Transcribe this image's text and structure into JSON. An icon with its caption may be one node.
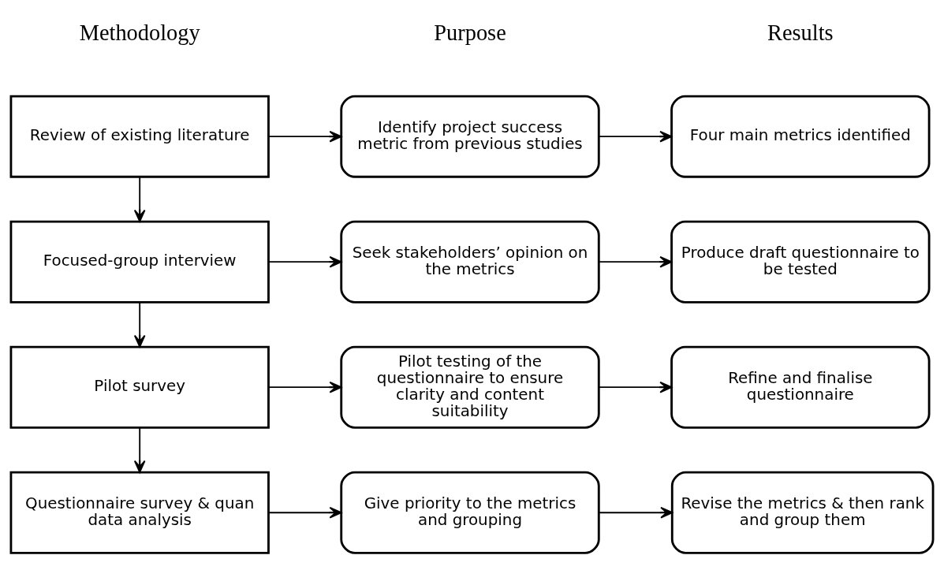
{
  "diagram": {
    "nodes": [
      {
        "text": [
          "Review of existing literature"
        ]
      },
      {
        "text": [
          "Identify project success metric from previous studies"
        ]
      },
      {
        "text": [
          "Four main metrics identified"
        ]
      },
      {
        "text": [
          "Focused-group interview"
        ]
      },
      {
        "text": [
          "Seek stakeholders’ opinion on the metrics"
        ]
      },
      {
        "text": [
          "Produce draft questionnaire to be tested"
        ]
      },
      {
        "text": [
          "Pilot survey"
        ]
      },
      {
        "text": [
          "Pilot testing of the questionnaire to ensure clarity and content suitability"
        ]
      },
      {
        "text": [
          "Refine and finalise questionnaire"
        ]
      },
      {
        "text": [
          "Questionnaire survey & quan data analysis"
        ]
      },
      {
        "text": [
          "Give priority to the metrics and grouping"
        ]
      },
      {
        "text": [
          "Revise the metrics & then rank and group them"
        ]
      }
    ],
    "edges": [
      {
        "from": 0,
        "to": 1,
        "arrow": "to"
      },
      {
        "from": 1,
        "to": 2,
        "arrow": "to"
      },
      {
        "from": 0,
        "to": 3,
        "arrow": "to"
      },
      {
        "from": 3,
        "to": 4,
        "arrow": "to"
      },
      {
        "from": 4,
        "to": 5,
        "arrow": "to"
      },
      {
        "from": 3,
        "to": 6,
        "arrow": "to"
      },
      {
        "from": 6,
        "to": 7,
        "arrow": "to"
      },
      {
        "from": 7,
        "to": 8,
        "arrow": "to"
      },
      {
        "from": 6,
        "to": 9,
        "arrow": "to"
      },
      {
        "from": 9,
        "to": 10,
        "arrow": "to"
      },
      {
        "from": 10,
        "to": 11,
        "arrow": "to"
      }
    ],
    "labels": [
      "Methodology",
      "Purpose",
      "Results"
    ]
  }
}
